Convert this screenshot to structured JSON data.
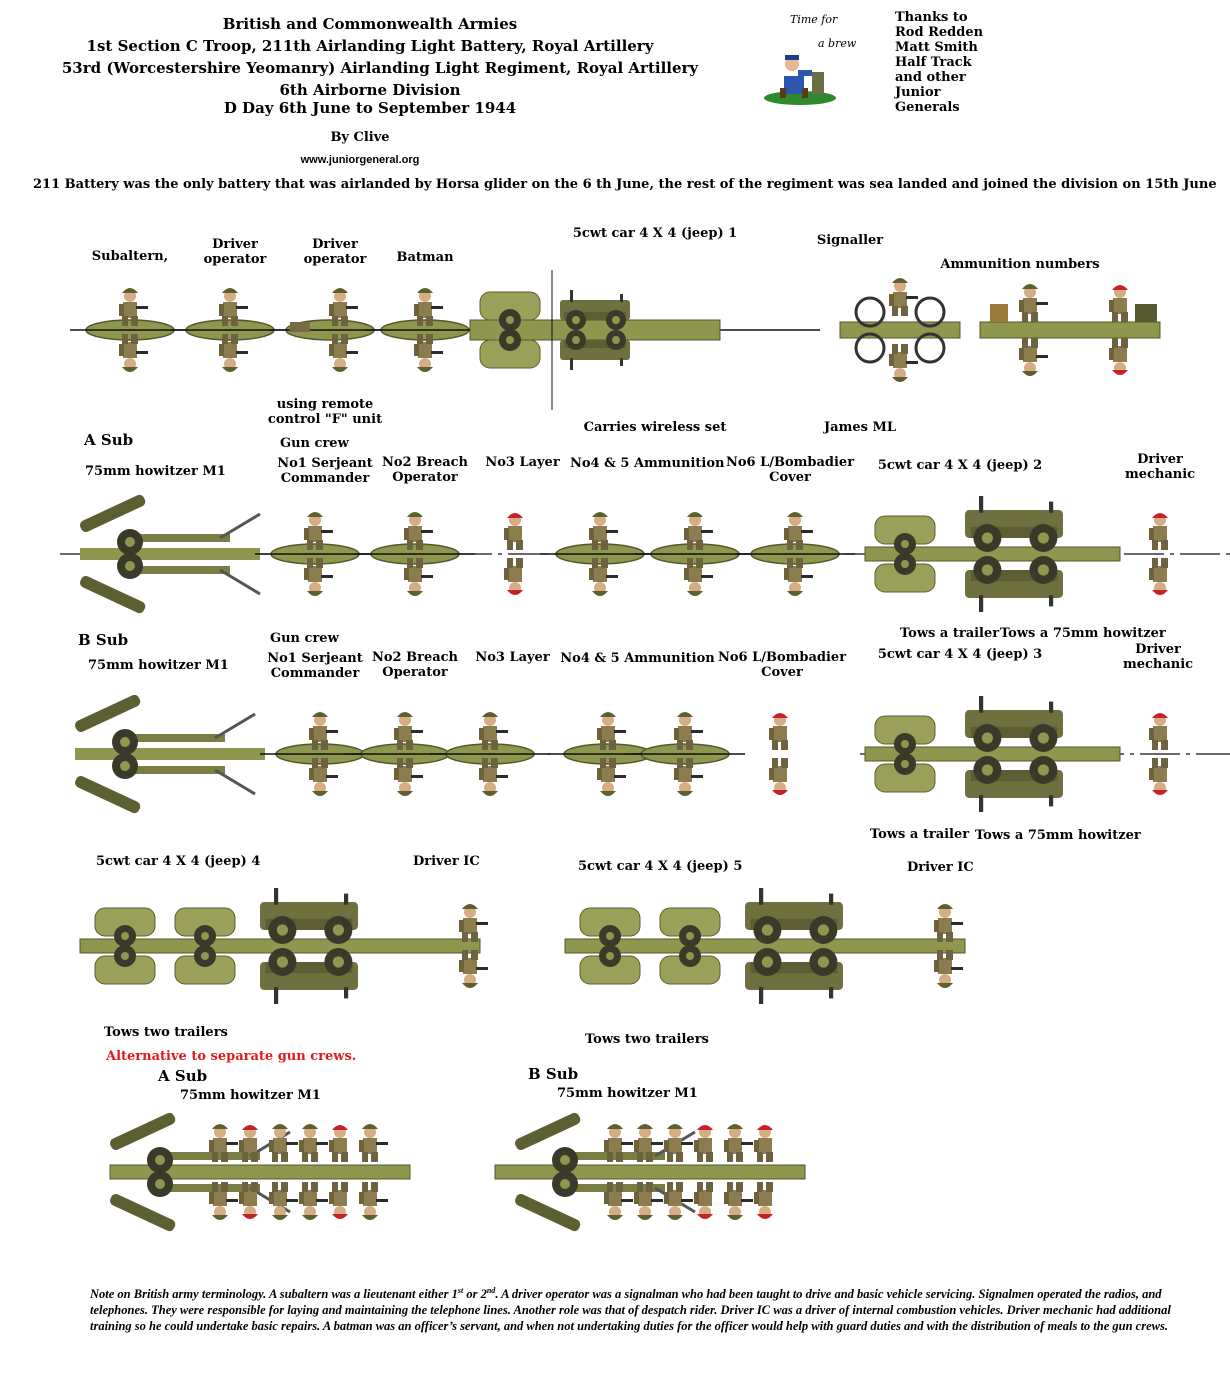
{
  "header": {
    "lines": [
      "British and Commonwealth Armies",
      "1st Section C Troop, 211th Airlanding Light Battery, Royal Artillery",
      "53rd (Worcestershire Yeomanry) Airlanding Light Regiment, Royal Artillery",
      "6th Airborne Division",
      "D Day 6th June to September 1944"
    ],
    "author": "By Clive",
    "website": "www.juniorgeneral.org",
    "intro": "211 Battery was the only battery that was airlanded by Horsa glider on the 6 th June, the rest of the regiment was sea landed and joined the division on 15th June"
  },
  "brew": {
    "line1": "Time for",
    "line2": "a brew"
  },
  "thanks": {
    "lines": [
      "Thanks to",
      "Rod Redden",
      "Matt Smith",
      "Half Track",
      "and other",
      "Junior",
      "Generals"
    ]
  },
  "hq": {
    "subaltern": "Subaltern,",
    "driver_op": [
      "Driver",
      "operator"
    ],
    "driver_op2": [
      "Driver",
      "operator"
    ],
    "batman": "Batman",
    "jeep1": "5cwt car 4 X 4 (jeep) 1",
    "signaller": "Signaller",
    "ammo": "Ammunition numbers",
    "remote": [
      "using remote",
      "control \"F\" unit"
    ],
    "wireless": "Carries wireless set",
    "james": "James ML"
  },
  "a_sub": {
    "title": "A Sub",
    "gun": "75mm howitzer M1",
    "crew": "Gun crew",
    "no1": [
      "No1 Serjeant",
      "Commander"
    ],
    "no2": [
      "No2 Breach",
      "Operator"
    ],
    "no3": "No3 Layer",
    "no45": "No4 & 5 Ammunition",
    "no6": [
      "No6 L/Bombadier",
      "Cover"
    ],
    "jeep": "5cwt car 4 X 4 (jeep) 2",
    "driver": [
      "Driver",
      "mechanic"
    ],
    "tows1": "Tows a trailer",
    "tows2": "Tows a 75mm howitzer"
  },
  "b_sub": {
    "title": "B Sub",
    "gun": "75mm howitzer M1",
    "crew": "Gun crew",
    "no1": [
      "No1 Serjeant",
      "Commander"
    ],
    "no2": [
      "No2 Breach",
      "Operator"
    ],
    "no3": "No3 Layer",
    "no45": "No4 & 5 Ammunition",
    "no6": [
      "No6 L/Bombadier",
      "Cover"
    ],
    "jeep": "5cwt car 4 X 4 (jeep) 3",
    "driver": [
      "Driver",
      "mechanic"
    ],
    "tows1": "Tows a trailer",
    "tows2": "Tows a 75mm howitzer"
  },
  "jeeps": {
    "jeep4": "5cwt car 4 X 4 (jeep) 4",
    "driver4": "Driver IC",
    "tows4": "Tows two trailers",
    "jeep5": "5cwt car 4 X 4 (jeep) 5",
    "driver5": "Driver IC",
    "tows5": "Tows two trailers"
  },
  "alternative": {
    "heading": "Alternative to separate gun crews.",
    "a_title": "A Sub",
    "a_gun": "75mm howitzer M1",
    "b_title": "B Sub",
    "b_gun": "75mm howitzer M1"
  },
  "note": {
    "p1": "Note on British army terminology. A subaltern was a lieutenant either 1",
    "sup1": "st",
    "p2": " or 2",
    "sup2": "nd",
    "p3": ". A driver operator was a signalman who had been taught to drive and basic vehicle servicing. Signalmen operated the radios, and telephones. They were responsible for laying and maintaining the telephone lines. Another role was that of despatch rider. Driver IC was a driver of internal combustion vehicles. Driver mechanic had additional training so he could undertake basic repairs. A batman was an officer’s servant, and when not undertaking duties for the officer would help with guard duties and with the distribution of meals to the gun crews."
  },
  "colors": {
    "olive": "#8a8f4a",
    "olive_dark": "#5b5e2e",
    "khaki": "#9c8a5a",
    "beret": "#c8202a",
    "tyre": "#3a3a2a",
    "accent_red": "#e01b1b"
  }
}
